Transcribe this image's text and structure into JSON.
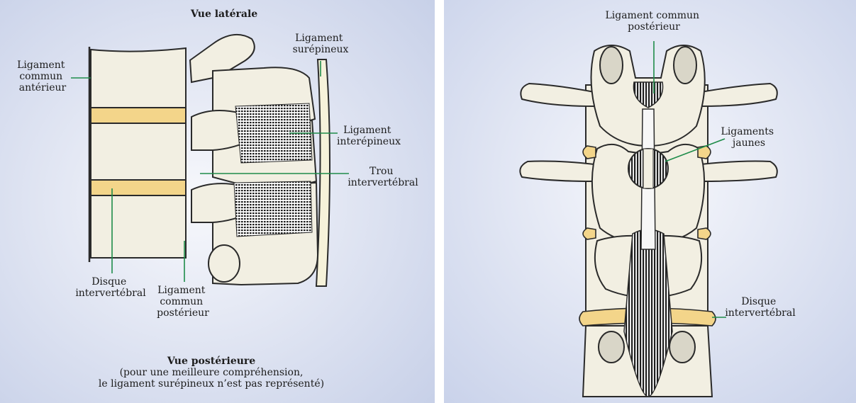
{
  "left_panel": {
    "title": "Vue latérale",
    "labels": {
      "lig_ant": [
        "Ligament",
        "commun",
        "antérieur"
      ],
      "lig_sur": [
        "Ligament",
        "surépineux"
      ],
      "lig_inter": [
        "Ligament",
        "interépineux"
      ],
      "trou": [
        "Trou",
        "intervertébral"
      ],
      "disque": [
        "Disque",
        "intervertébral"
      ],
      "lig_post": [
        "Ligament",
        "commun",
        "postérieur"
      ]
    },
    "caption": {
      "title": "Vue postérieure",
      "line1": "(pour une meilleure compréhension,",
      "line2": "le ligament surépineux n’est pas représenté)"
    }
  },
  "right_panel": {
    "labels": {
      "lig_post": [
        "Ligament commun",
        "postérieur"
      ],
      "lig_jaunes": [
        "Ligaments",
        "jaunes"
      ],
      "disque": [
        "Disque",
        "intervertébral"
      ]
    }
  },
  "colors": {
    "bone": "#f2efe2",
    "disc": "#f3d58a",
    "leader": "#1f8c4a",
    "outline": "#2a2a2a",
    "bg_light": "#f4f5fb",
    "bg_blue": "#c9d2ea"
  }
}
